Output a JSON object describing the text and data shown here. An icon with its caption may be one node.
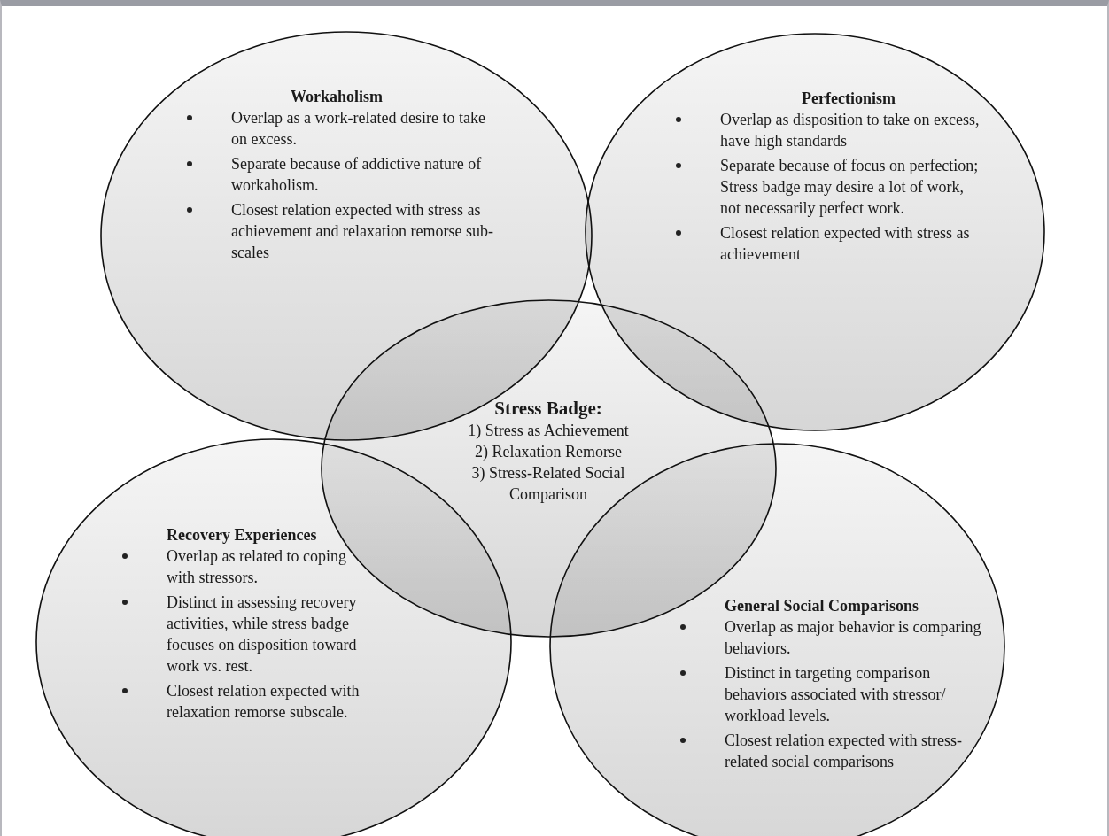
{
  "diagram": {
    "nodes": [
      {
        "text": [
          "Workaholism",
          "Overlap as a work-related desire to take on excess.",
          "Separate because of addictive nature of workaholism.",
          "Closest relation expected with stress as achievement and relaxation remorse sub-scales"
        ]
      },
      {
        "text": [
          "Perfectionism",
          "Overlap as disposition to take on excess, have high standards",
          "Separate because of focus on perfection; Stress badge may desire a lot of work, not necessarily perfect work.",
          "Closest relation expected with stress as achievement"
        ]
      },
      {
        "text": [
          "Stress Badge:",
          "1) Stress as Achievement",
          "2) Relaxation Remorse",
          "3) Stress-Related Social Comparison"
        ]
      },
      {
        "text": [
          "Recovery Experiences",
          "Overlap as related to coping with stressors.",
          "Distinct in assessing recovery activities, while stress badge focuses on disposition toward work vs. rest.",
          "Closest relation expected with relaxation remorse subscale."
        ]
      },
      {
        "text": [
          "General Social Comparisons",
          "Overlap as major behavior is comparing behaviors.",
          "Distinct in targeting comparison behaviors associated with stressor/ workload levels.",
          "Closest relation expected with stress-related social comparisons"
        ]
      }
    ],
    "edges": []
  }
}
